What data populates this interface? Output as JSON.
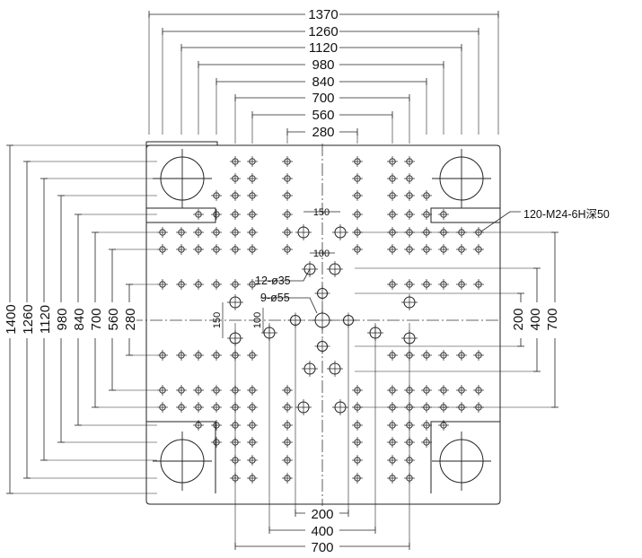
{
  "top_dims": [
    "1370",
    "1260",
    "1120",
    "980",
    "840",
    "700",
    "560",
    "280"
  ],
  "left_dims": [
    "1400",
    "1260",
    "1120",
    "980",
    "840",
    "700",
    "560",
    "280"
  ],
  "right_dims": [
    "200",
    "400",
    "700"
  ],
  "bottom_dims": [
    "200",
    "400",
    "700"
  ],
  "center_dims": {
    "h150": "150",
    "h100": "100",
    "v150": "150",
    "v100": "100"
  },
  "callouts": {
    "thread": "120-M24-6H深50",
    "hole35": "12-ø35",
    "hole55": "9-ø55"
  }
}
